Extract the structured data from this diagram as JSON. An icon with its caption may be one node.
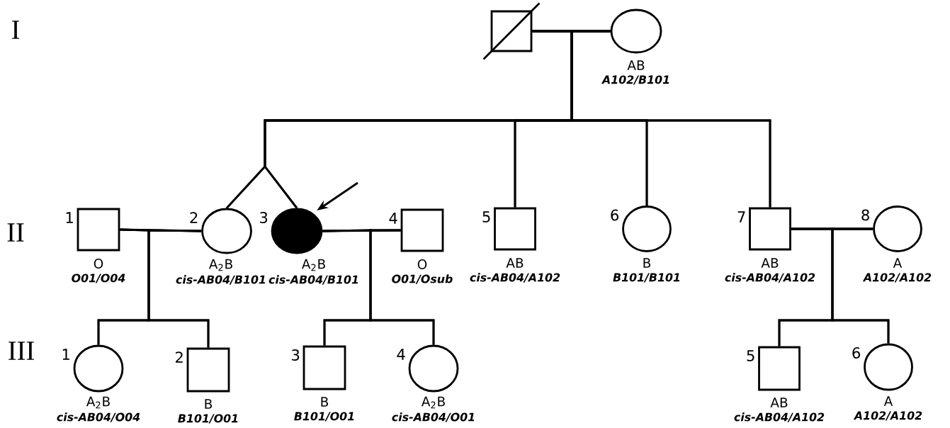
{
  "diagram": {
    "nodes": [
      {
        "text": [],
        "shape": "box"
      },
      {
        "text": [],
        "shape": "circle",
        "beside": [
          "AB",
          "A102/B101"
        ]
      },
      {
        "text": [],
        "shape": "box",
        "beside": [
          "1",
          "O",
          "O01/O04"
        ]
      },
      {
        "text": [],
        "shape": "circle",
        "beside": [
          "2",
          "A$_{2}$B",
          "cis-AB04/B101"
        ]
      },
      {
        "text": [],
        "shape": "circle",
        "beside": [
          "3",
          "A$_{2}$B",
          "cis-AB04/B101"
        ]
      },
      {
        "text": [],
        "shape": "box",
        "beside": [
          "4",
          "O",
          "O01/Osub"
        ]
      },
      {
        "text": [],
        "shape": "box",
        "beside": [
          "5",
          "AB",
          "cis-AB04/A102"
        ]
      },
      {
        "text": [],
        "shape": "circle",
        "beside": [
          "6",
          "B",
          "B101/B101"
        ]
      },
      {
        "text": [],
        "shape": "box",
        "beside": [
          "7",
          "AB",
          "cis-AB04/A102"
        ]
      },
      {
        "text": [],
        "shape": "circle",
        "beside": [
          "8",
          "A",
          "A102/A102"
        ]
      },
      {
        "text": [],
        "shape": "circle",
        "beside": [
          "1",
          "A$_{2}$B",
          "cis-AB04/O04"
        ]
      },
      {
        "text": [],
        "shape": "box",
        "beside": [
          "2",
          "B",
          "B101/O01"
        ]
      },
      {
        "text": [],
        "shape": "box",
        "beside": [
          "3",
          "B",
          "B101/O01"
        ]
      },
      {
        "text": [],
        "shape": "circle",
        "beside": [
          "4",
          "A$_{2}$B",
          "cis-AB04/O01"
        ]
      },
      {
        "text": [],
        "shape": "box",
        "beside": [
          "5",
          "AB",
          "cis-AB04/A102"
        ]
      },
      {
        "text": [],
        "shape": "circle",
        "beside": [
          "6",
          "A",
          "A102/A102"
        ]
      }
    ],
    "edges": [
      {
        "from": 0,
        "to": 1,
        "arrow": "none"
      },
      {
        "from": 2,
        "to": 3,
        "arrow": "none"
      },
      {
        "from": 4,
        "to": 5,
        "arrow": "none"
      },
      {
        "from": 8,
        "to": 9,
        "arrow": "none"
      },
      {
        "from": 0,
        "to": 3,
        "arrow": "none"
      },
      {
        "from": 1,
        "to": 3,
        "arrow": "none"
      },
      {
        "from": 0,
        "to": 4,
        "arrow": "none"
      },
      {
        "from": 1,
        "to": 4,
        "arrow": "none"
      },
      {
        "from": 0,
        "to": 6,
        "arrow": "none"
      },
      {
        "from": 1,
        "to": 6,
        "arrow": "none"
      },
      {
        "from": 0,
        "to": 7,
        "arrow": "none"
      },
      {
        "from": 1,
        "to": 7,
        "arrow": "none"
      },
      {
        "from": 0,
        "to": 8,
        "arrow": "none"
      },
      {
        "from": 1,
        "to": 8,
        "arrow": "none"
      },
      {
        "from": 2,
        "to": 10,
        "arrow": "none"
      },
      {
        "from": 3,
        "to": 10,
        "arrow": "none"
      },
      {
        "from": 2,
        "to": 11,
        "arrow": "none"
      },
      {
        "from": 3,
        "to": 11,
        "arrow": "none"
      },
      {
        "from": 4,
        "to": 12,
        "arrow": "none"
      },
      {
        "from": 5,
        "to": 12,
        "arrow": "none"
      },
      {
        "from": 4,
        "to": 13,
        "arrow": "none"
      },
      {
        "from": 5,
        "to": 13,
        "arrow": "none"
      },
      {
        "from": 8,
        "to": 14,
        "arrow": "none"
      },
      {
        "from": 9,
        "to": 14,
        "arrow": "none"
      },
      {
        "from": 8,
        "to": 15,
        "arrow": "none"
      },
      {
        "from": 9,
        "to": 15,
        "arrow": "none"
      },
      {
        "from": null,
        "to": 4,
        "arrow": "to"
      }
    ],
    "labels": [
      "I",
      "II",
      "III"
    ]
  }
}
